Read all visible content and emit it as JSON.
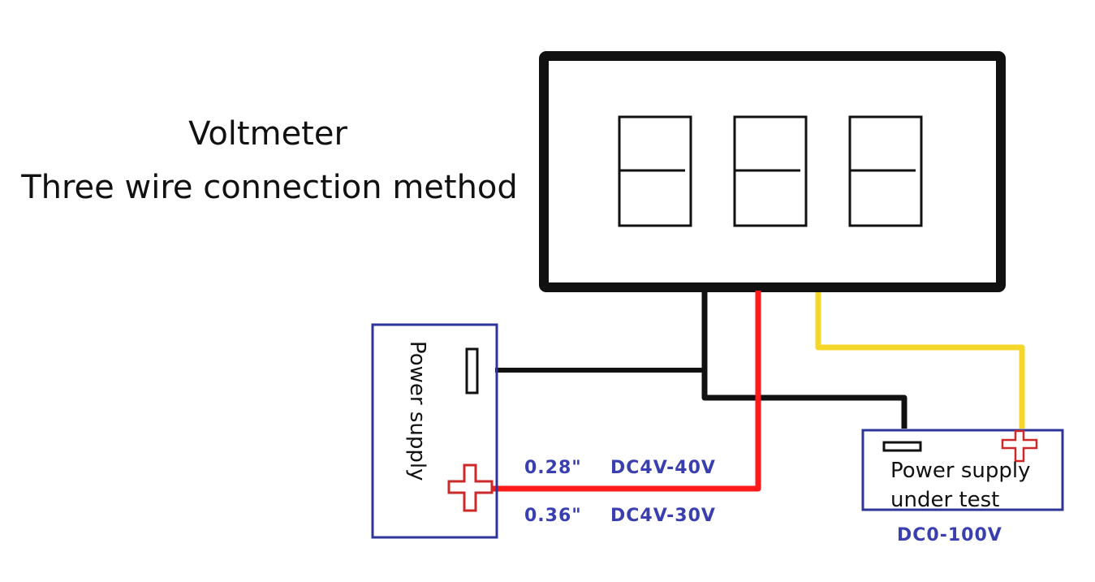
{
  "title": {
    "line1": "Voltmeter",
    "line2": "Three wire connection method"
  },
  "voltmeter": {
    "digit_count": 3
  },
  "power_supply": {
    "label": "Power supply",
    "negative_terminal_icon": "minus-terminal",
    "positive_terminal_icon": "plus-terminal"
  },
  "specs": [
    {
      "size": "0.28\"",
      "range": "DC4V-40V"
    },
    {
      "size": "0.36\"",
      "range": "DC4V-30V"
    }
  ],
  "power_under_test": {
    "label_line1": "Power supply",
    "label_line2": "under test",
    "range": "DC0-100V"
  },
  "colors": {
    "wire_black": "#111111",
    "wire_red": "#ff1a1a",
    "wire_yellow": "#f5d72a",
    "box_border": "#2f3499",
    "terminal_red": "#cc2a2a",
    "label_blue": "#3a3fb0"
  }
}
